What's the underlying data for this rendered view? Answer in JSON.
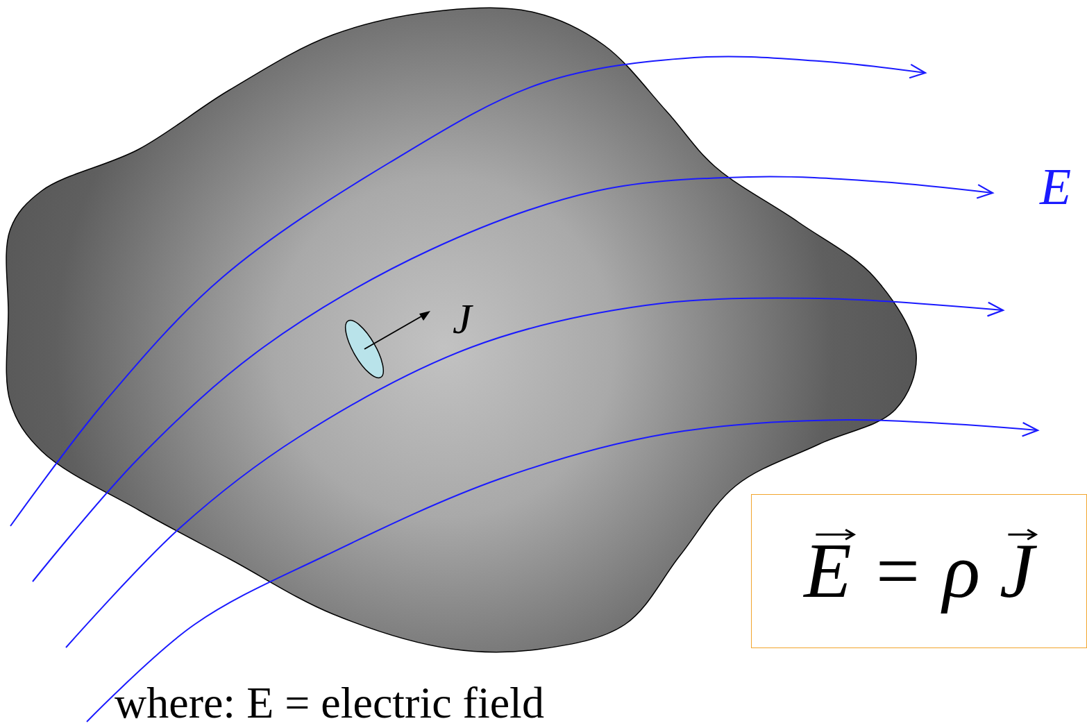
{
  "diagram": {
    "nodes": [
      {
        "text": [
          "E = ρ J"
        ]
      }
    ],
    "labels": [
      "E",
      "J",
      "where: E = electric field"
    ]
  }
}
